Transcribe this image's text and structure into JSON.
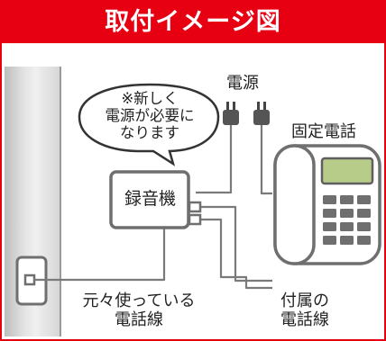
{
  "title": "取付イメージ図",
  "labels": {
    "outlet_power": "電源",
    "fixed_phone": "固定電話",
    "recorder": "録音機",
    "existing_line": [
      "元々使っている",
      "電話線"
    ],
    "included_line": [
      "付属の",
      "電話線"
    ]
  },
  "bubble": [
    "※新しく",
    "電源が必要に",
    "なります"
  ],
  "colors": {
    "accent": "#e60012",
    "line": "#7a7a7a",
    "screen": "#b8cc8a"
  }
}
